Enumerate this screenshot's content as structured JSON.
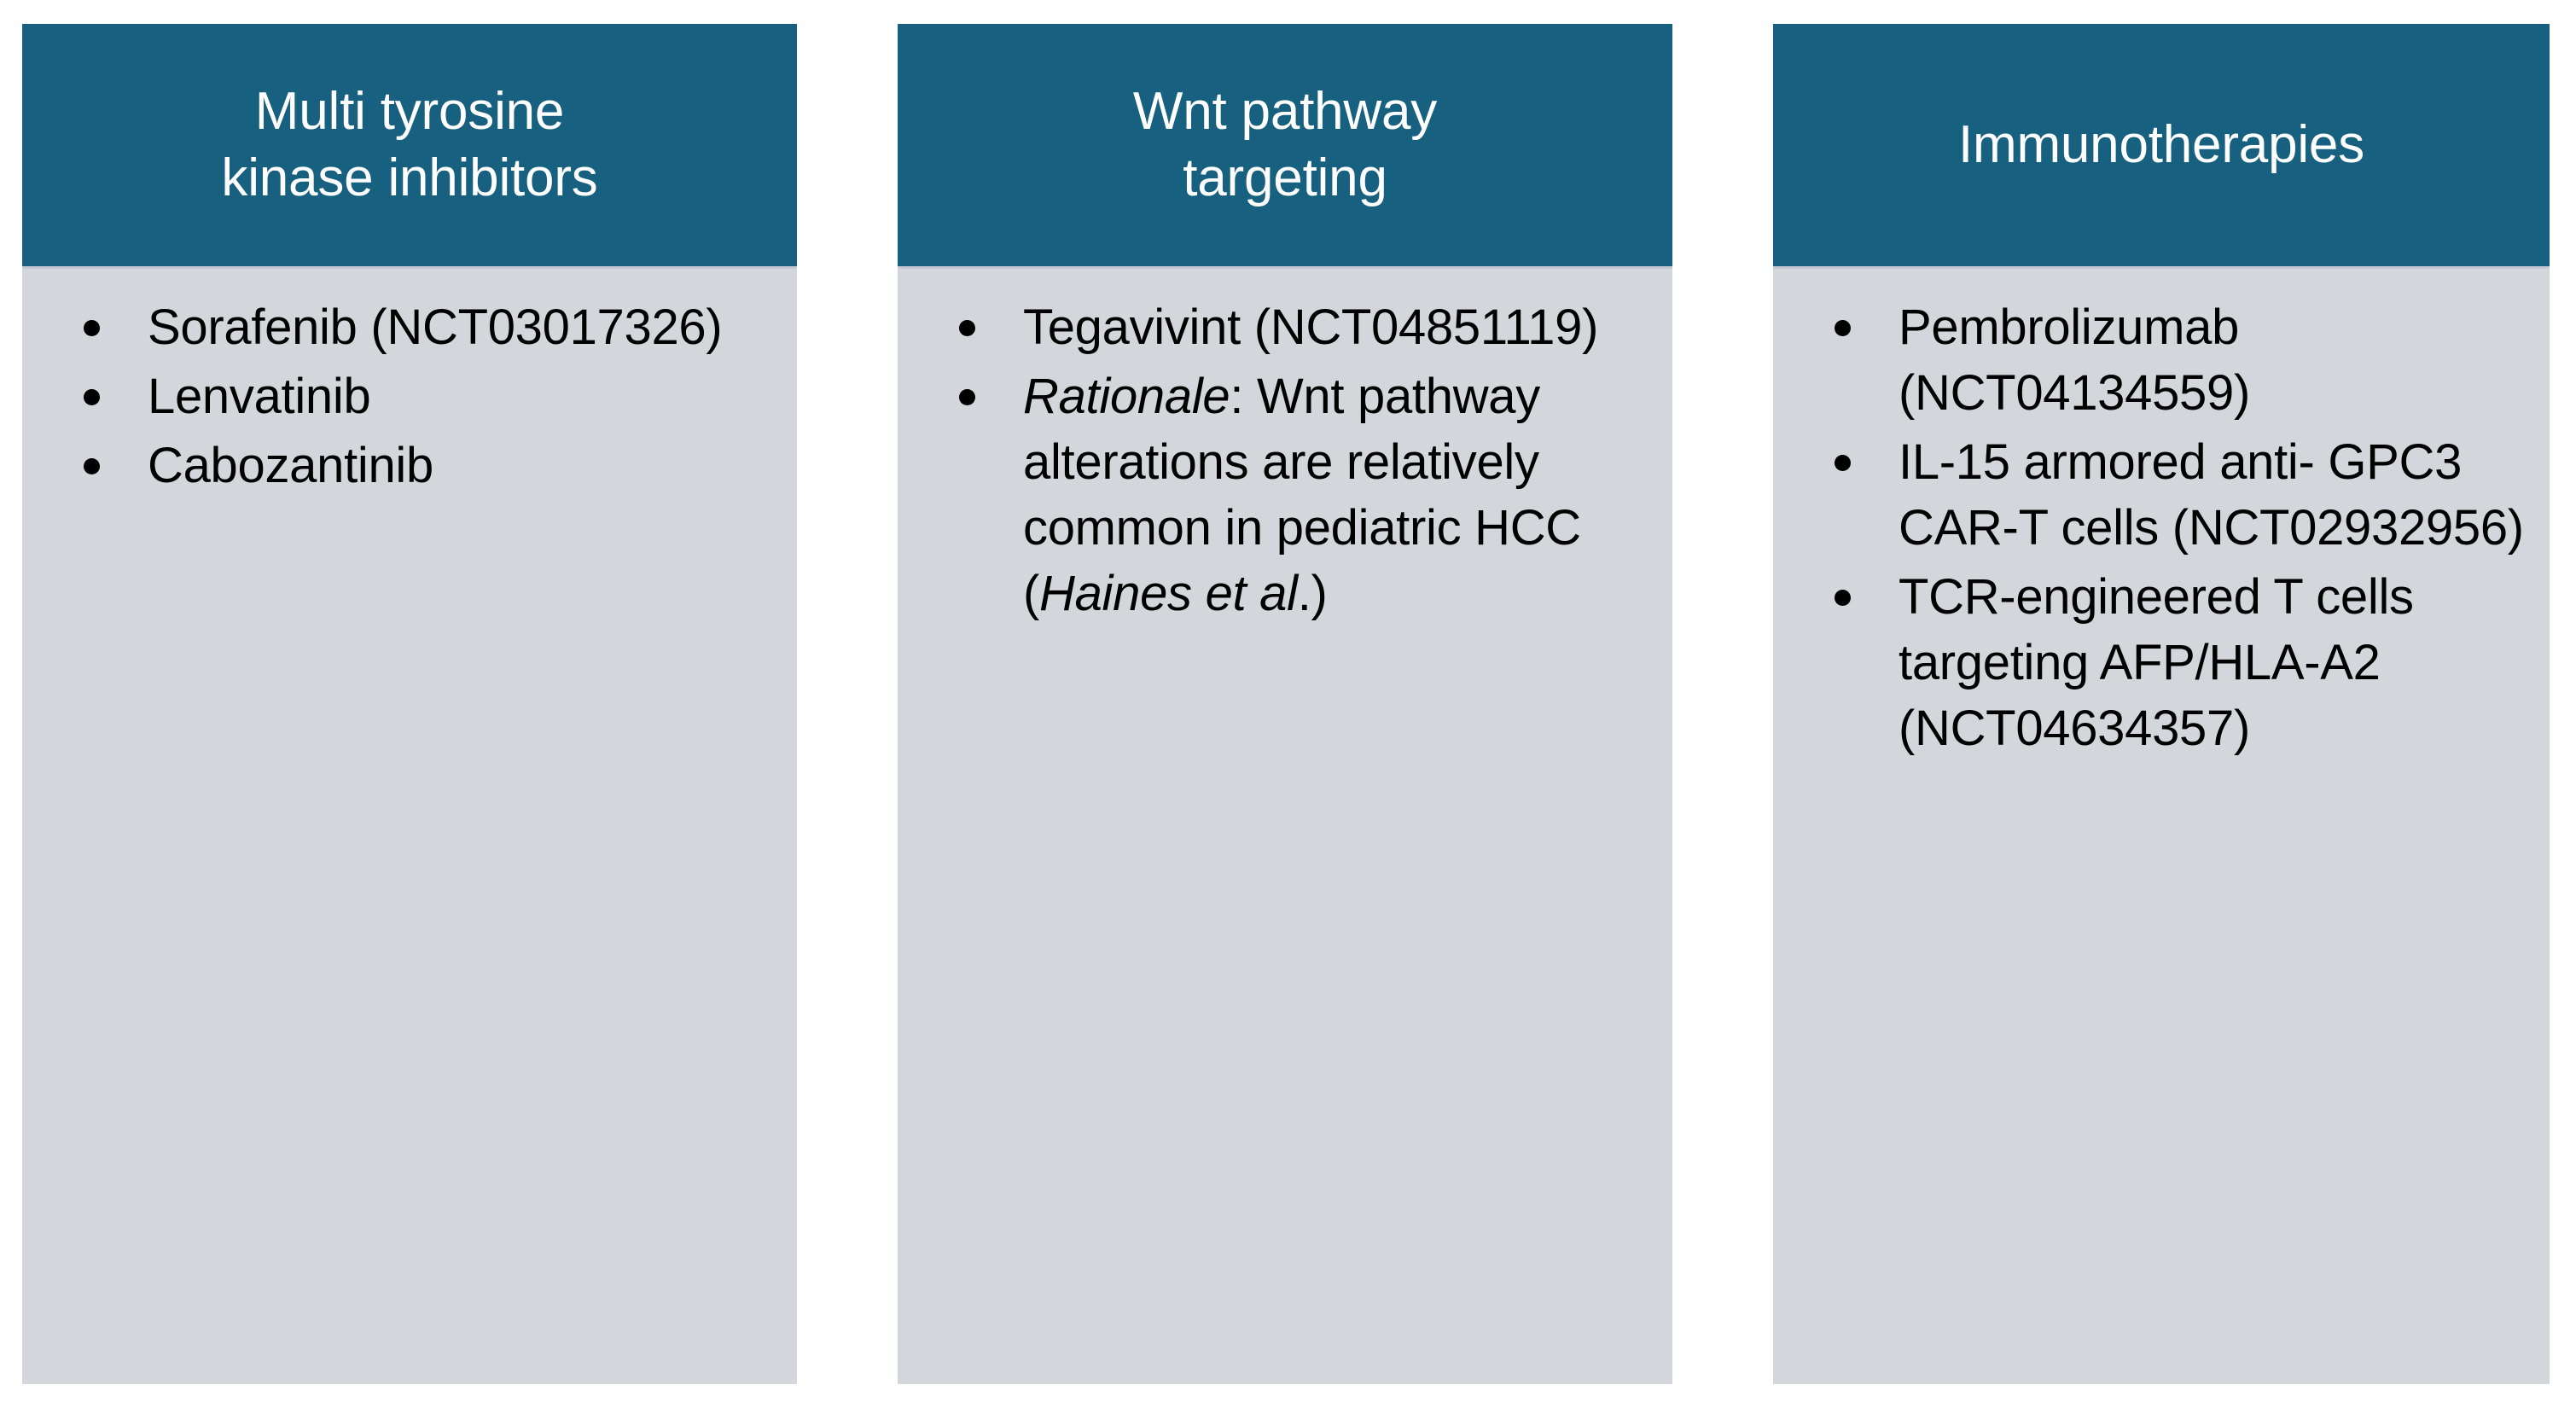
{
  "figure": {
    "type": "three-column-category-panel",
    "colors": {
      "header_background": "#17607F",
      "header_text": "#FFFFFF",
      "body_background": "#D3D7DB",
      "body_text": "#000000",
      "page_background": "#FFFFFF",
      "bullet": "#000000"
    }
  },
  "columns": [
    {
      "id": "multi-tyrosine-kinase-inhibitors",
      "header": "Multi tyrosine\nkinase inhibitors",
      "items": [
        {
          "text": "Sorafenib (NCT03017326)",
          "drug": "Sorafenib",
          "trial_id": "NCT03017326"
        },
        {
          "text": "Lenvatinib",
          "drug": "Lenvatinib",
          "trial_id": ""
        },
        {
          "text": "Cabozantinib",
          "drug": "Cabozantinib",
          "trial_id": ""
        }
      ]
    },
    {
      "id": "wnt-pathway-targeting",
      "header": "Wnt pathway\ntargeting",
      "items": [
        {
          "text": "Tegavivint (NCT04851119)",
          "drug": "Tegavivint",
          "trial_id": "NCT04851119"
        },
        {
          "rich": true,
          "label_italic": "Rationale",
          "after_label": ": Wnt pathway alterations are relatively common in pediatric HCC (",
          "citation_italic": "Haines et al",
          "tail": ".)",
          "text": "Rationale: Wnt pathway alterations are relatively common in pediatric HCC (Haines et al.)"
        }
      ]
    },
    {
      "id": "immunotherapies",
      "header": "Immunotherapies",
      "items": [
        {
          "text": "Pembrolizumab (NCT04134559)",
          "drug": "Pembrolizumab",
          "trial_id": "NCT04134559"
        },
        {
          "text": "IL-15 armored anti- GPC3 CAR-T cells (NCT02932956)",
          "drug": "IL-15 armored anti- GPC3 CAR-T cells",
          "trial_id": "NCT02932956"
        },
        {
          "text": "TCR-engineered T cells targeting AFP/HLA-A2 (NCT04634357)",
          "drug": "TCR-engineered T cells targeting AFP/HLA-A2",
          "trial_id": "NCT04634357"
        }
      ]
    }
  ]
}
